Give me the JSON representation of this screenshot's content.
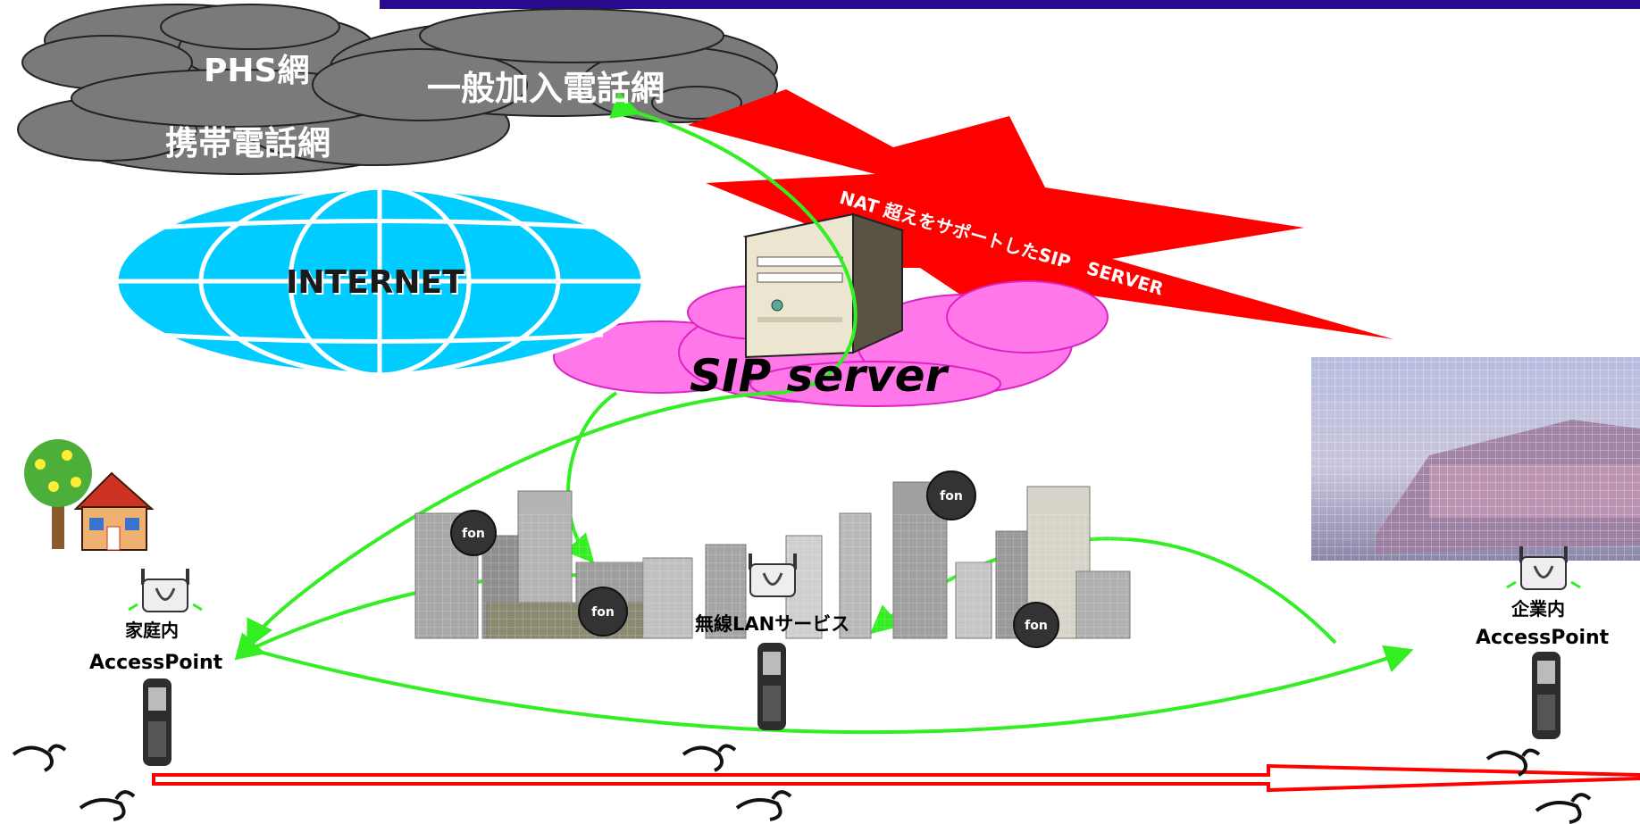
{
  "networks": {
    "phs": "PHS網",
    "general_phone": "一般加入電話網",
    "mobile": "携帯電話網"
  },
  "internet_label": "INTERNET",
  "sip_cloud_label": "SIP server",
  "burst_label": "NAT 超えをサポートしたSIP　SERVER",
  "locations": {
    "home_line1": "家庭内",
    "home_line2": "AccessPoint",
    "city_service": "無線LANサービス",
    "corp_line1": "企業内",
    "corp_line2": "AccessPoint"
  },
  "icons": [
    "cloud-icon",
    "globe-icon",
    "server-icon",
    "tree-icon",
    "house-icon",
    "city-skyline-icon",
    "building-photo-icon",
    "access-point-icon",
    "mobile-phone-icon",
    "footprint-icon",
    "fon-badge-icon",
    "arrow-icon"
  ],
  "colors": {
    "top_bar": "#2a0a8c",
    "cloud_gray": "#7a7a7a",
    "globe": "#00ccff",
    "sip_cloud": "#ff66dd",
    "burst": "#ff0000",
    "green_link": "#33ee22",
    "move_arrow": "#ff0000"
  }
}
